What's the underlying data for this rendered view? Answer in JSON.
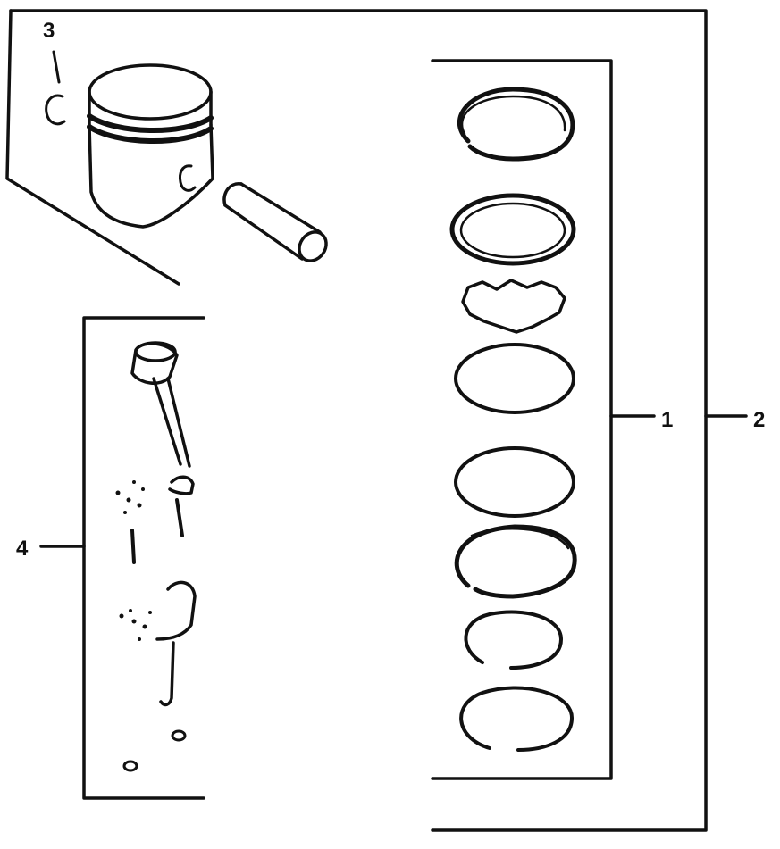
{
  "callouts": {
    "rings_set": "1",
    "piston_kit": "2",
    "piston_pin_clip": "3",
    "connecting_rod_assembly": "4"
  },
  "colors": {
    "ink": "#111111",
    "paper": "#ffffff"
  }
}
